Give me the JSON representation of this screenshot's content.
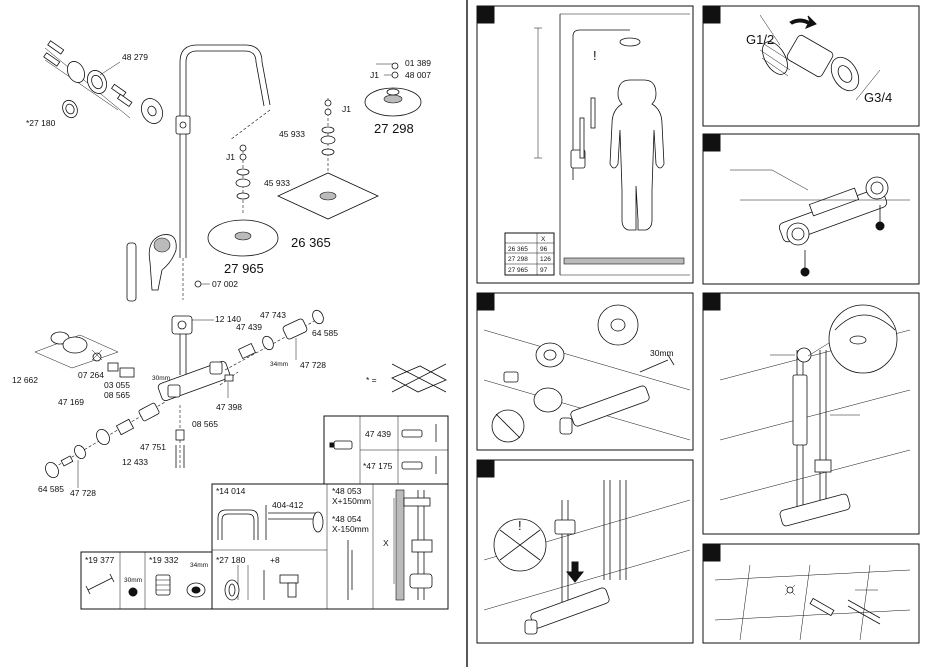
{
  "exploded_view": {
    "part_numbers": {
      "p48279": "48 279",
      "p27180a": "*27 180",
      "p01389": "01 389",
      "p48007": "48 007",
      "j1a": "J1",
      "j1b": "J1",
      "j1c": "J1",
      "p27298": "27 298",
      "p45933a": "45 933",
      "p45933b": "45 933",
      "p26365": "26 365",
      "p27965": "27 965",
      "p07002": "07 002",
      "p12140": "12 140",
      "p47743": "47 743",
      "p47439": "47 439",
      "p64585a": "64 585",
      "p34mm": "34mm",
      "p47728a": "47 728",
      "p12662": "12 662",
      "p07264": "07 264",
      "p30mm": "30mm",
      "p03055": "03 055",
      "p08565a": "08 565",
      "p47169": "47 169",
      "p47398": "47 398",
      "p08565b": "08 565",
      "p47751": "47 751",
      "p12433": "12 433",
      "p64585b": "64 585",
      "p47728b": "47 728"
    },
    "note_symbol": "* ="
  },
  "accessory_table": {
    "row1": "47 439",
    "row2": "*47 175",
    "p14014": "*14 014",
    "dim404": "404-412",
    "p48053": "*48 053",
    "p48053_len": "X+150mm",
    "p48054": "*48 054",
    "p48054_len": "X-150mm",
    "x_label": "X",
    "p19377": "*19 377",
    "p30mm": "30mm",
    "p19332": "*19 332",
    "p34mm": "34mm",
    "p27180": "*27 180",
    "p8": "+8"
  },
  "height_table": {
    "header": "X",
    "rows": [
      {
        "part": "26 365",
        "x": "96"
      },
      {
        "part": "27 298",
        "x": "126"
      },
      {
        "part": "27 965",
        "x": "97"
      }
    ]
  },
  "thread_panel": {
    "g_half": "G1/2",
    "g_three_quarter": "G3/4"
  },
  "wrench_label": "30mm"
}
